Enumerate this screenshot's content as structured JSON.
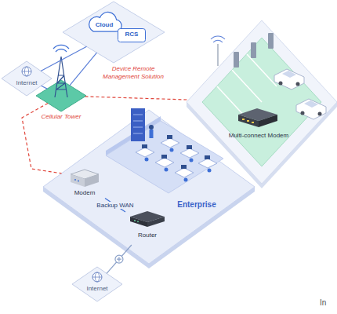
{
  "diagram": {
    "nodes": [
      {
        "text": [
          "Device Remote Management Solution"
        ]
      },
      {
        "text": [
          "Cloud"
        ],
        "in": 0
      },
      {
        "text": [
          "RCS"
        ],
        "in": 0
      },
      {
        "text": [
          "Internet"
        ]
      },
      {
        "text": [
          "Cellular Tower"
        ]
      },
      {
        "text": [
          "Multi-connect Modem"
        ]
      },
      {
        "text": [
          "Enterprise"
        ]
      },
      {
        "text": [
          "Modem"
        ],
        "in": 6
      },
      {
        "text": [
          "Router"
        ],
        "in": 6
      },
      {
        "text": [
          "Internet"
        ]
      }
    ],
    "edges": [
      {
        "from": 3,
        "to": 0,
        "arrow": "none"
      },
      {
        "from": 3,
        "to": 4,
        "arrow": "none"
      },
      {
        "from": 4,
        "to": 0,
        "arrow": "none"
      },
      {
        "from": 4,
        "to": 5,
        "arrow": "none"
      },
      {
        "from": 4,
        "to": 6,
        "arrow": "none"
      },
      {
        "from": 7,
        "to": 8,
        "label": "Backup WAN",
        "arrow": "none"
      },
      {
        "from": 8,
        "to": 9,
        "arrow": "none"
      }
    ],
    "labels": [
      "In"
    ]
  }
}
